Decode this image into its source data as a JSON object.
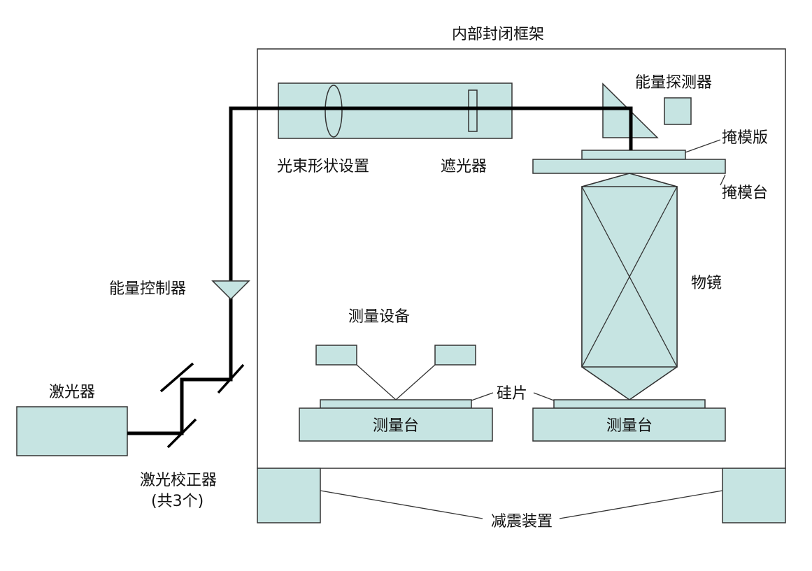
{
  "labels": {
    "frame": "内部封闭框架",
    "energy_detector": "能量探测器",
    "mask_plate": "掩模版",
    "beam_shaping": "光束形状设置",
    "shutter": "遮光器",
    "mask_stage": "掩模台",
    "objective": "物镜",
    "energy_controller": "能量控制器",
    "measurement_device": "测量设备",
    "laser": "激光器",
    "wafer": "硅片",
    "stage_left": "测量台",
    "stage_right": "测量台",
    "laser_corrector_line1": "激光校正器",
    "laser_corrector_line2": "(共3个)",
    "damping": "减震装置"
  },
  "colors": {
    "component_fill": "#c6e4e2",
    "outline": "#333333",
    "beam": "#000000"
  }
}
